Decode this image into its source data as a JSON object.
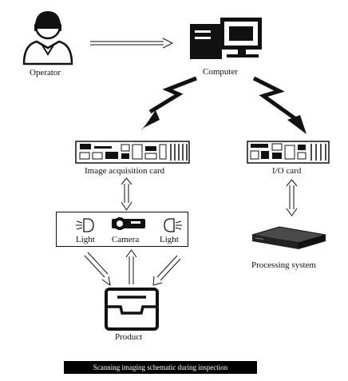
{
  "nodes": {
    "operator": "Operator",
    "computer": "Computer",
    "image_acquisition_card": "Image acquisition card",
    "io_card": "I/O card",
    "light_left": "Light",
    "camera": "Camera",
    "light_right": "Light",
    "processing_system": "Processing system",
    "product": "Product"
  },
  "caption": "Scanning imaging schematic during inspection",
  "icons": {
    "operator": "operator-icon",
    "computer": "computer-icon",
    "acquisition_card": "circuit-board-icon",
    "io_card": "circuit-board-icon",
    "light": "lamp-icon",
    "camera": "camera-icon",
    "processing_system": "server-box-icon",
    "product": "tray-icon"
  }
}
